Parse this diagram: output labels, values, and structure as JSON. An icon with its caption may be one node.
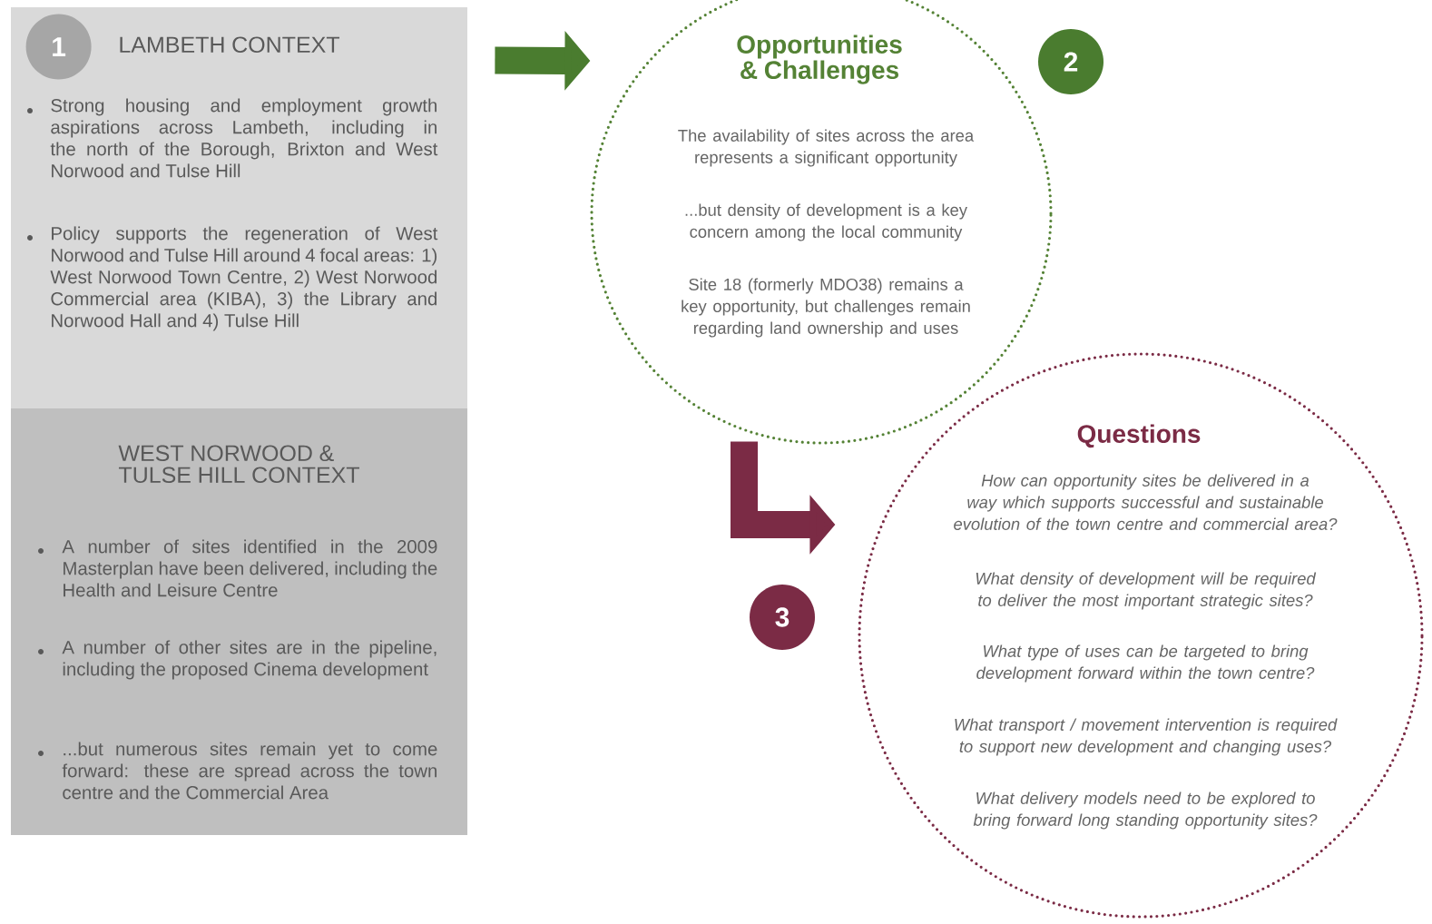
{
  "diagram": {
    "nodes": [
      {
        "text": [
          "LAMBETH CONTEXT",
          "Strong housing and employment growth aspirations across Lambeth, including in the north of the Borough, Brixton and West Norwood and Tulse Hill",
          "Policy supports the regeneration of West Norwood and Tulse Hill around 4 focal areas: 1) West Norwood Town Centre, 2) West Norwood Commercial area (KIBA), 3) the Library and Norwood Hall and 4) Tulse Hill"
        ]
      },
      {
        "text": [
          "1"
        ],
        "in": 0
      },
      {
        "text": [
          "WEST NORWOOD & TULSE HILL CONTEXT",
          "A number of sites identified in the 2009 Masterplan have been delivered, including the Health and Leisure Centre",
          "A number of other sites are in the pipeline, including the proposed Cinema development",
          "...but numerous sites remain yet to come forward: these are spread across the town centre and the Commercial Area"
        ]
      },
      {
        "text": [
          "Opportunities & Challenges",
          "The availability of sites across the area represents a significant opportunity",
          "...but density of development is a key concern among the local community",
          "Site 18 (formerly MDO38) remains a key opportunity, but challenges remain regarding land ownership and uses"
        ]
      },
      {
        "text": [
          "2"
        ]
      },
      {
        "text": [
          "Questions",
          "How can opportunity sites be delivered in a way which supports successful and sustainable evolution of the town centre and commercial area?",
          "What density of development will be required to deliver the most important strategic sites?",
          "What type of uses can be targeted to bring development forward within the town centre?",
          "What transport / movement intervention is required to support new development and changing uses?",
          "What delivery models need to be explored to bring forward long standing opportunity sites?"
        ]
      },
      {
        "text": [
          "3"
        ]
      }
    ],
    "edges": [
      {
        "from": 0,
        "to": 3,
        "arrow": "to",
        "color": "#4a7c2f"
      },
      {
        "from": 3,
        "to": 5,
        "arrow": "to",
        "color": "#7b2b45"
      }
    ]
  }
}
